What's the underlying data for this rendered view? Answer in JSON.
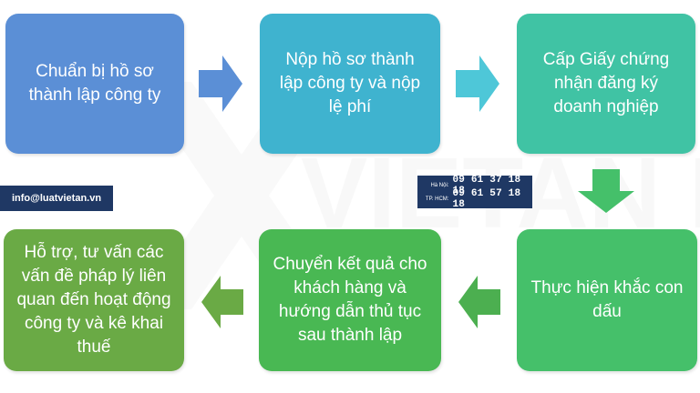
{
  "watermark": {
    "text": "VIETAN LAW"
  },
  "steps": [
    {
      "label": "Chuẩn bị hồ sơ thành lập công ty",
      "color": "#5b8fd6"
    },
    {
      "label": "Nộp hồ sơ thành lập công ty và nộp lệ phí",
      "color": "#3fb3cf"
    },
    {
      "label": "Cấp Giấy chứng nhận đăng ký doanh nghiệp",
      "color": "#40c3a4"
    },
    {
      "label": "Thực hiện khắc con dấu",
      "color": "#45c06a"
    },
    {
      "label": "Chuyển kết quả cho khách hàng và hướng dẫn thủ tục sau thành lập",
      "color": "#49b853"
    },
    {
      "label": "Hỗ trợ, tư vấn các vấn đề pháp lý liên quan đến hoạt động công ty và kê khai thuế",
      "color": "#6aaa45"
    }
  ],
  "contact": {
    "email": "info@luatvietan.vn",
    "hanoi_label": "Hà Nội:",
    "hanoi_phone": "09 61 37 18 18",
    "hcm_label": "TP. HCM:",
    "hcm_phone": "09 61 57 18 18"
  },
  "arrow_colors": {
    "arrow_1_2": "#5b8fd6",
    "arrow_2_3": "#4ec7d8",
    "arrow_3_4": "#45c06a",
    "arrow_4_5": "#4caf50",
    "arrow_5_6": "#6aaa45"
  }
}
